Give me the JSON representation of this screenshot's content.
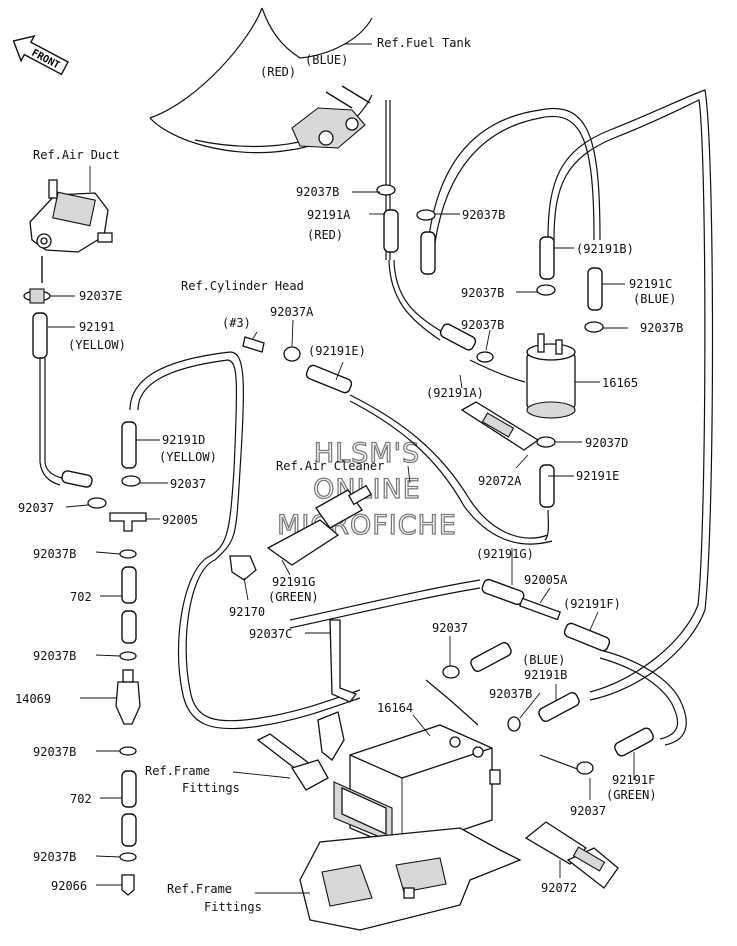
{
  "watermark": [
    "HLSM'S",
    "ONLINE",
    "MICROFICHE"
  ],
  "front_badge": "FRONT",
  "labels": {
    "ref_fuel_tank": "Ref.Fuel Tank",
    "red_top": "(RED)",
    "blue_top": "(BLUE)",
    "ref_air_duct": "Ref.Air Duct",
    "p92037E": "92037E",
    "p92191": "92191",
    "yellow_1": "(YELLOW)",
    "p92037B_a": "92037B",
    "p92191A": "92191A",
    "red_mid": "(RED)",
    "p92037B_b": "92037B",
    "p92191B": "(92191B)",
    "p92191C": "92191C",
    "blue_mid": "(BLUE)",
    "p92037B_c": "92037B",
    "p92037B_d": "92037B",
    "p92037B_e": "92037B",
    "ref_cyl_head": "Ref.Cylinder Head",
    "p_hash3": "(#3)",
    "p92037A": "92037A",
    "p92191E_paren": "(92191E)",
    "p92191A_paren": "(92191A)",
    "p16165": "16165",
    "p92037D": "92037D",
    "p92191D": "92191D",
    "yellow_2": "(YELLOW)",
    "ref_air_cleaner": "Ref.Air Cleaner",
    "p92072A": "92072A",
    "p92191E": "92191E",
    "p92037_a": "92037",
    "p92037_b": "92037",
    "p92005": "92005",
    "p92037B_f": "92037B",
    "p92191G_paren": "(92191G)",
    "p702_a": "702",
    "p92005A": "92005A",
    "p92191G": "92191G",
    "green_1": "(GREEN)",
    "p92170": "92170",
    "p92191F_paren": "(92191F)",
    "p92037C": "92037C",
    "p92037_c": "92037",
    "p92037B_g": "92037B",
    "blue_low": "(BLUE)",
    "p92191B_low": "92191B",
    "p14069": "14069",
    "p16164": "16164",
    "p92037B_h": "92037B",
    "p92037B_i": "92037B",
    "ref_frame_1a": "Ref.Frame",
    "ref_frame_1b": "Fittings",
    "p92191F": "92191F",
    "green_2": "(GREEN)",
    "p702_b": "702",
    "p92037_d": "92037",
    "p92037B_j": "92037B",
    "p92066": "92066",
    "ref_frame_2a": "Ref.Frame",
    "ref_frame_2b": "Fittings",
    "p92072": "92072"
  }
}
